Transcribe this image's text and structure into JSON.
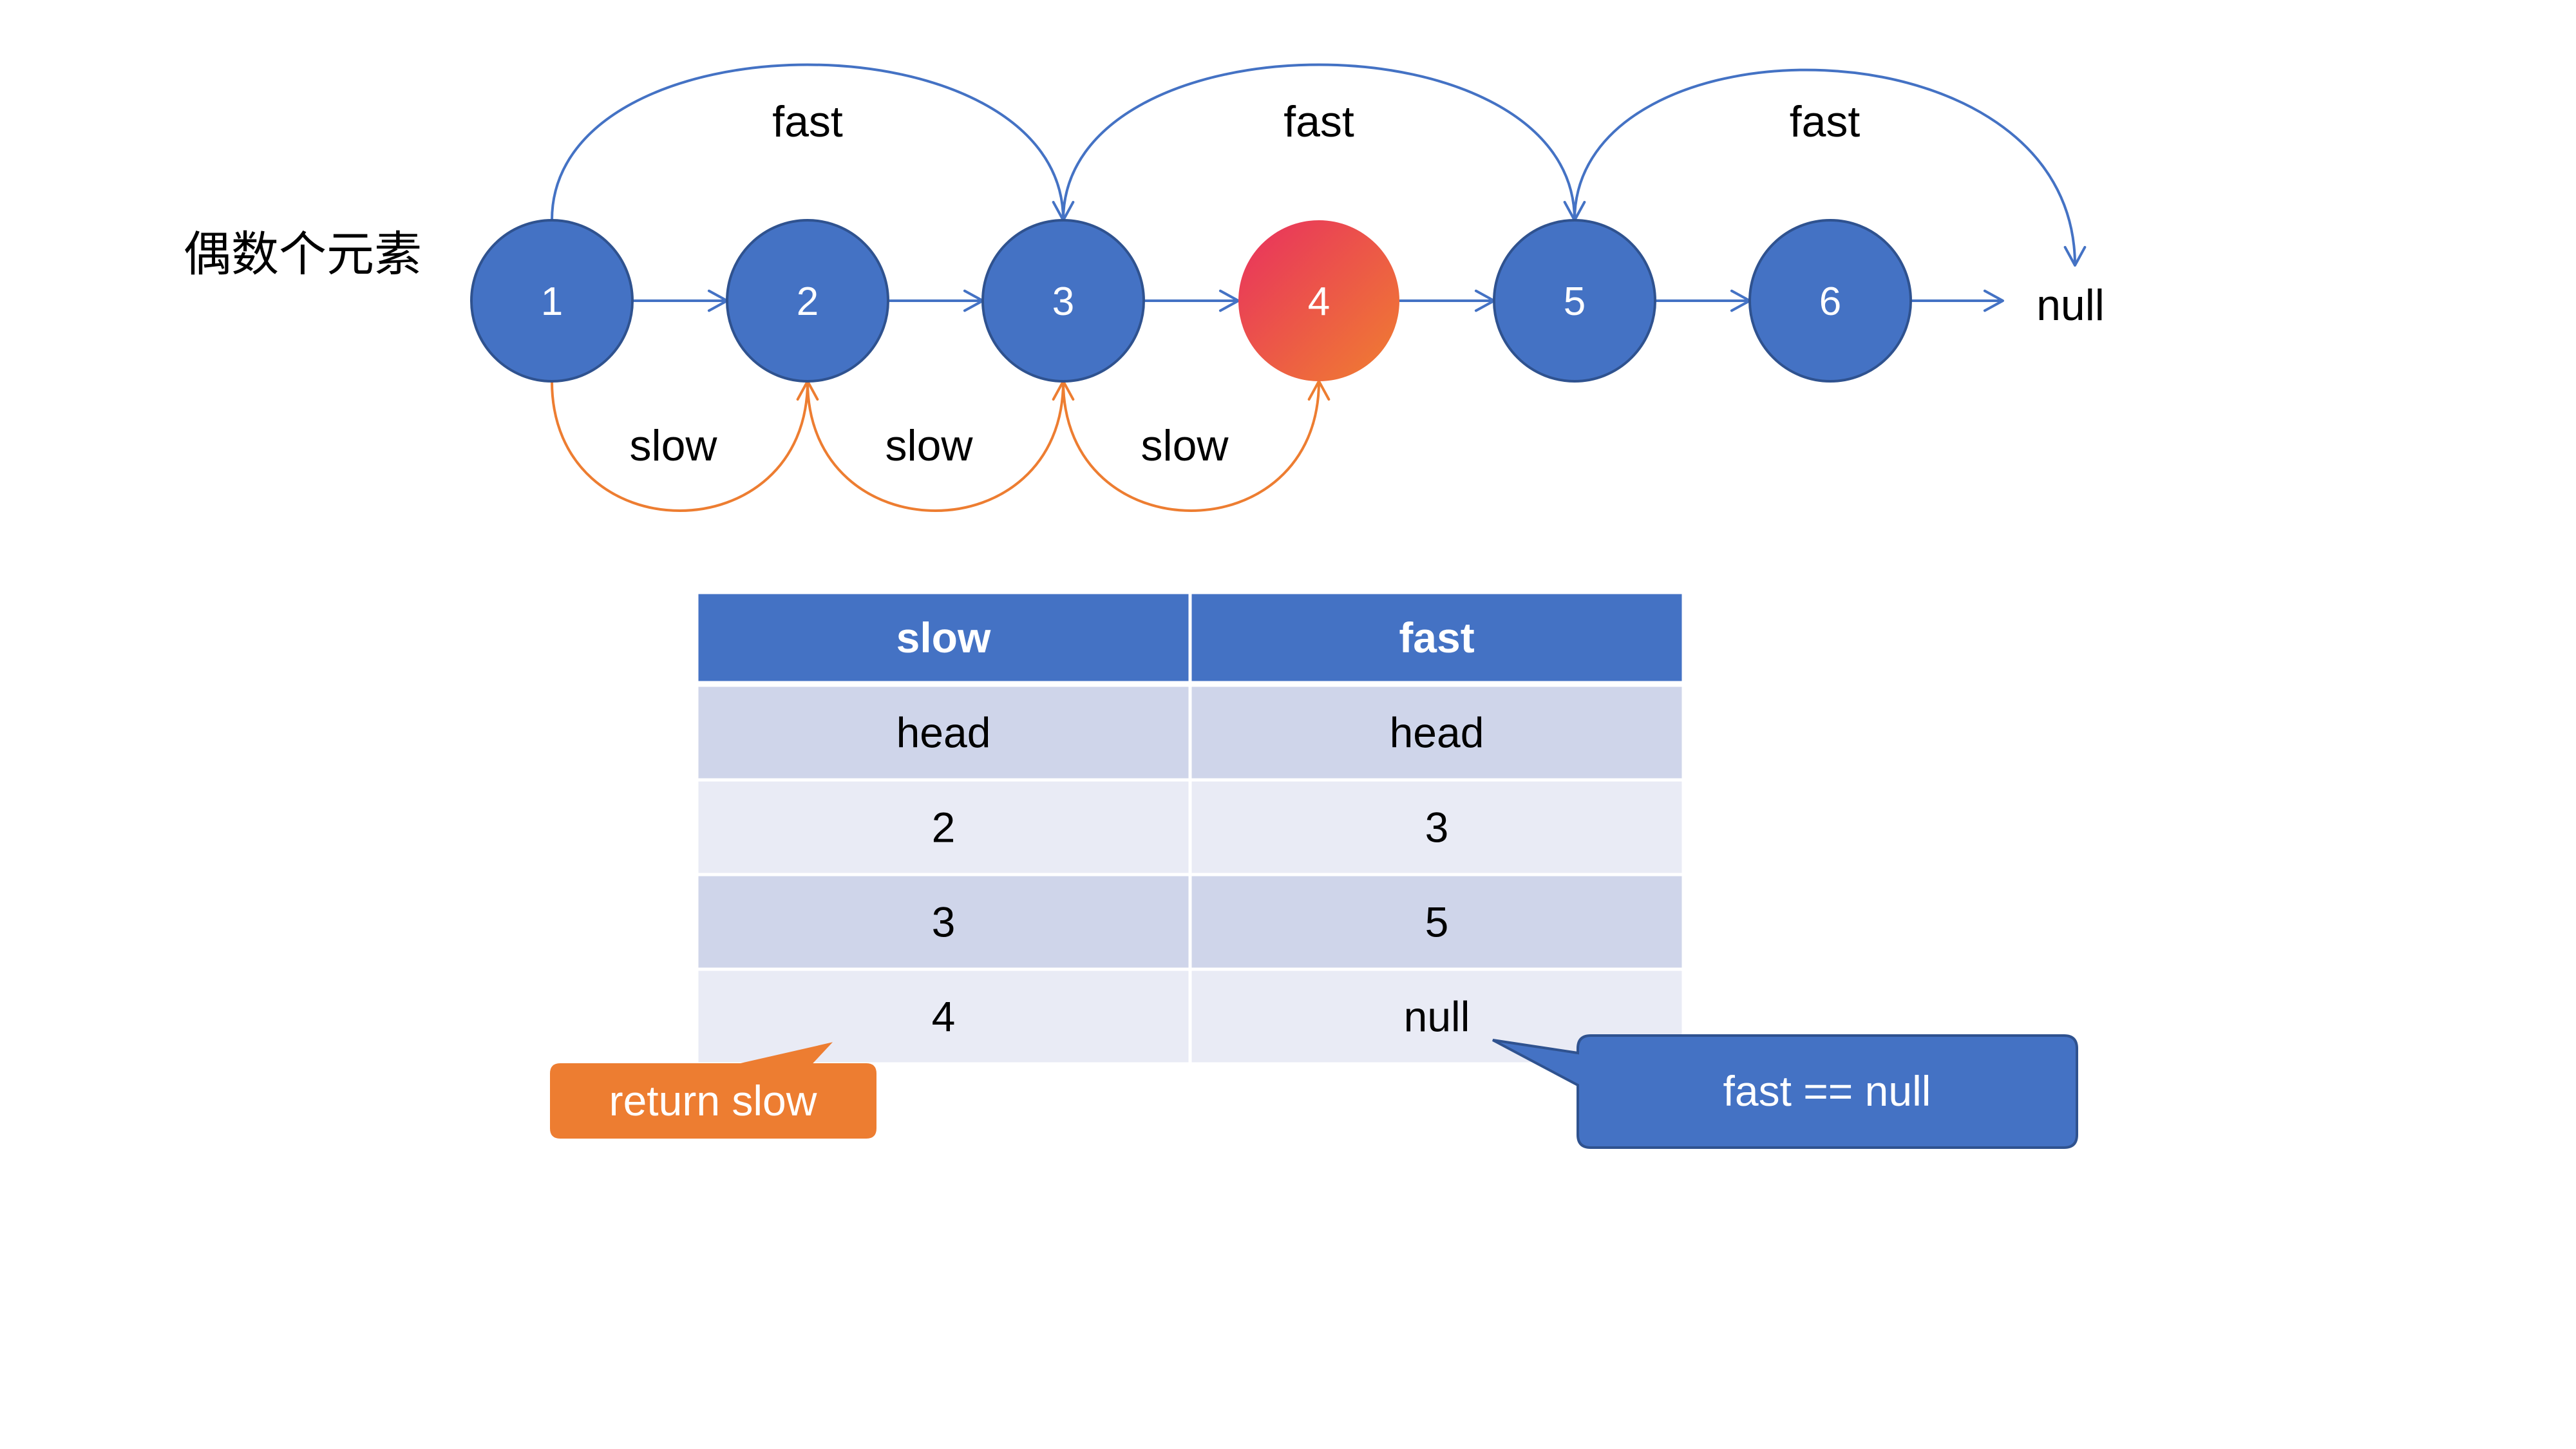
{
  "caption": "偶数个元素",
  "nodes": [
    {
      "label": "1",
      "highlight": false
    },
    {
      "label": "2",
      "highlight": false
    },
    {
      "label": "3",
      "highlight": false
    },
    {
      "label": "4",
      "highlight": true
    },
    {
      "label": "5",
      "highlight": false
    },
    {
      "label": "6",
      "highlight": false
    }
  ],
  "terminal": "null",
  "fast_arcs": [
    {
      "from": "1",
      "to": "3",
      "label": "fast"
    },
    {
      "from": "3",
      "to": "5",
      "label": "fast"
    },
    {
      "from": "5",
      "to": "null",
      "label": "fast"
    }
  ],
  "slow_arcs": [
    {
      "from": "1",
      "to": "2",
      "label": "slow"
    },
    {
      "from": "2",
      "to": "3",
      "label": "slow"
    },
    {
      "from": "3",
      "to": "4",
      "label": "slow"
    }
  ],
  "table": {
    "headers": [
      "slow",
      "fast"
    ],
    "rows": [
      [
        "head",
        "head"
      ],
      [
        "2",
        "3"
      ],
      [
        "3",
        "5"
      ],
      [
        "4",
        "null"
      ]
    ]
  },
  "callouts": {
    "return_slow": "return slow",
    "fast_null": "fast == null"
  },
  "colors": {
    "node_blue": "#4472C4",
    "node_border": "#2F528F",
    "highlight_start": "#E8305F",
    "highlight_end": "#F07F30",
    "fast_arrow": "#4472C4",
    "slow_arrow": "#ED7D31",
    "header_fill": "#4472C4",
    "row_dark": "#CFD5EA",
    "row_light": "#E9EBF5",
    "callout_orange": "#ED7D31",
    "callout_blue": "#4472C4"
  }
}
